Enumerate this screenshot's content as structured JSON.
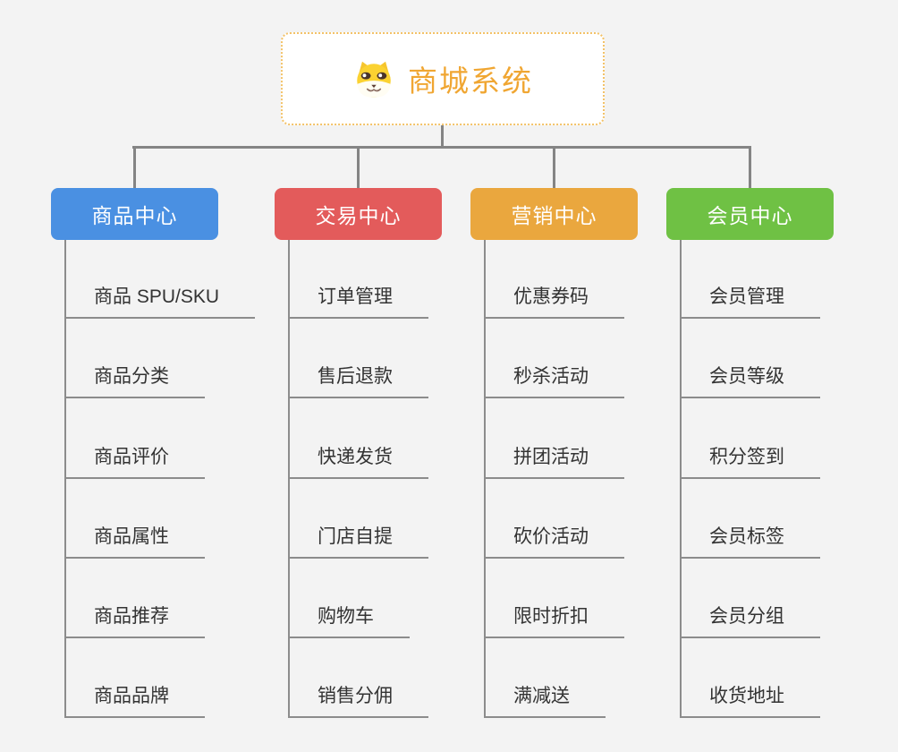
{
  "root": {
    "title": "商城系统",
    "icon": "dog-icon",
    "title_color": "#f0a632",
    "border_color": "#f3c268"
  },
  "line_color": "#848484",
  "branches": [
    {
      "label": "商品中心",
      "color": "#4a90e2",
      "items": [
        "商品 SPU/SKU",
        "商品分类",
        "商品评价",
        "商品属性",
        "商品推荐",
        "商品品牌"
      ]
    },
    {
      "label": "交易中心",
      "color": "#e35b5b",
      "items": [
        "订单管理",
        "售后退款",
        "快递发货",
        "门店自提",
        "购物车",
        "销售分佣"
      ]
    },
    {
      "label": "营销中心",
      "color": "#eaa73e",
      "items": [
        "优惠券码",
        "秒杀活动",
        "拼团活动",
        "砍价活动",
        "限时折扣",
        "满减送"
      ]
    },
    {
      "label": "会员中心",
      "color": "#6fc144",
      "items": [
        "会员管理",
        "会员等级",
        "积分签到",
        "会员标签",
        "会员分组",
        "收货地址"
      ]
    }
  ]
}
